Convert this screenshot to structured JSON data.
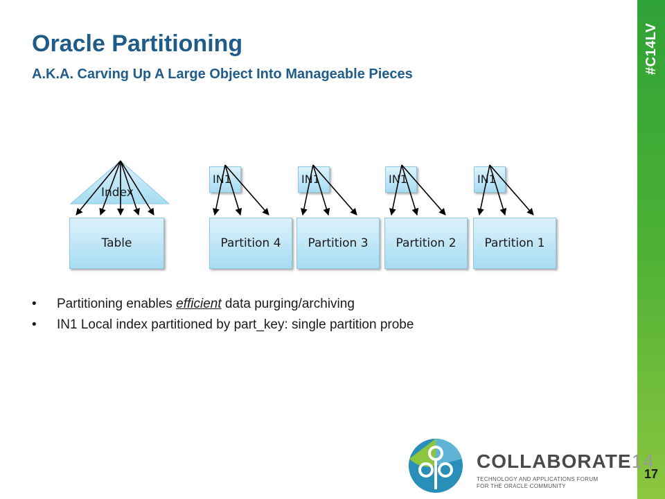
{
  "slide": {
    "title": "Oracle Partitioning",
    "subtitle": "A.K.A. Carving Up A Large Object Into Manageable Pieces",
    "hashtag": "#C14LV",
    "page_number": "17"
  },
  "diagram": {
    "index_label": "Index",
    "table_label": "Table",
    "partitions": [
      {
        "label": "Partition 4",
        "index_label": "IN1"
      },
      {
        "label": "Partition 3",
        "index_label": "IN1"
      },
      {
        "label": "Partition 2",
        "index_label": "IN1"
      },
      {
        "label": "Partition 1",
        "index_label": "IN1"
      }
    ]
  },
  "bullets": {
    "b1_pre": "Partitioning enables ",
    "b1_em": "efficient",
    "b1_post": " data purging/archiving",
    "b2": "IN1 Local index partitioned by part_key: single partition probe"
  },
  "logo": {
    "brand": "COLLABORATE",
    "brand_number": "14",
    "tagline_1": "TECHNOLOGY AND APPLICATIONS FORUM",
    "tagline_2": "FOR THE ORACLE COMMUNITY"
  },
  "colors": {
    "title": "#1f5c8a",
    "box_fill": "#a7dcf2",
    "sidebar_green": "#4db135"
  }
}
